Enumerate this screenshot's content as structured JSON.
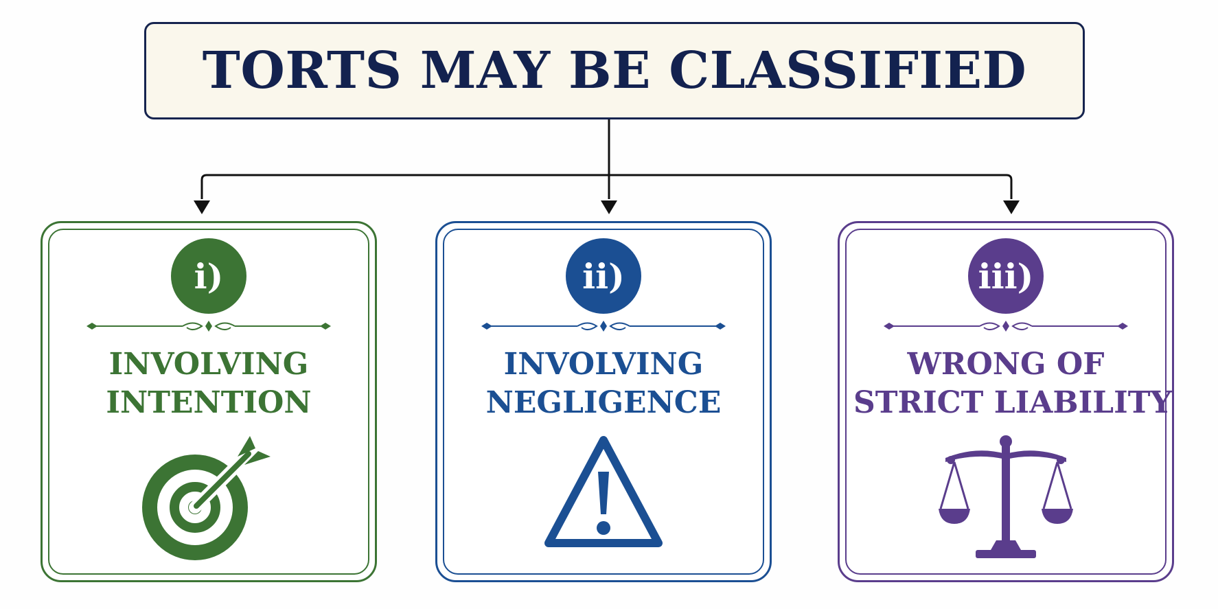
{
  "title": "TORTS MAY BE CLASSIFIED",
  "colors": {
    "navy": "#13224f",
    "green": "#3c7434",
    "blue": "#1b4f93",
    "purple": "#5a3d8c",
    "title_fill": "#faf7ec"
  },
  "categories": [
    {
      "numeral": "i)",
      "label_line1": "INVOLVING",
      "label_line2": "INTENTION",
      "icon": "target-arrow-icon",
      "color": "#3c7434"
    },
    {
      "numeral": "ii)",
      "label_line1": "INVOLVING",
      "label_line2": "NEGLIGENCE",
      "icon": "warning-triangle-icon",
      "color": "#1b4f93"
    },
    {
      "numeral": "iii)",
      "label_line1": "WRONG OF",
      "label_line2": "STRICT LIABILITY",
      "icon": "scales-of-justice-icon",
      "color": "#5a3d8c"
    }
  ]
}
